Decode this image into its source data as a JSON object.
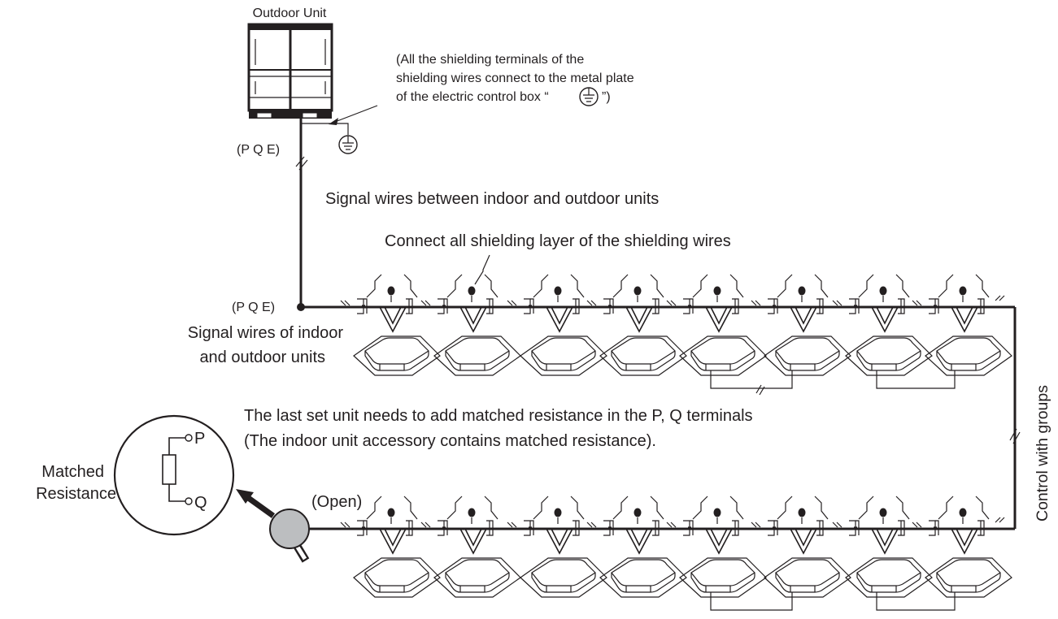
{
  "labels": {
    "outdoor_unit": "Outdoor Unit",
    "shield_note_1": "(All the shielding terminals of the",
    "shield_note_2": "shielding wires connect to the metal plate",
    "shield_note_3_pre": "of the electric control box “",
    "shield_note_3_post": "”)",
    "pqe_top": "(P Q E)",
    "signal_wires_between": "Signal wires between indoor and outdoor units",
    "connect_shielding": "Connect all shielding layer of the shielding wires",
    "pqe_left": "(P Q E)",
    "signal_wires_of_1": "Signal wires of indoor",
    "signal_wires_of_2": "and outdoor units",
    "control_with_groups": "Control with groups",
    "last_set_1": "The last set unit needs to add matched resistance in the P, Q terminals",
    "last_set_2": "(The indoor unit accessory contains matched resistance).",
    "open": "(Open)",
    "matched_1": "Matched",
    "matched_2": "Resistance",
    "terminal_p": "P",
    "terminal_q": "Q"
  },
  "indoor_units": {
    "top_row_count": 8,
    "bottom_row_count": 8,
    "grouped_pairs": [
      [
        5,
        6
      ],
      [
        7,
        8
      ]
    ]
  },
  "icons": [
    "outdoor-unit-icon",
    "ground-symbol-icon",
    "indoor-unit-icon",
    "magnifier-icon",
    "resistor-icon",
    "arrow-icon"
  ]
}
